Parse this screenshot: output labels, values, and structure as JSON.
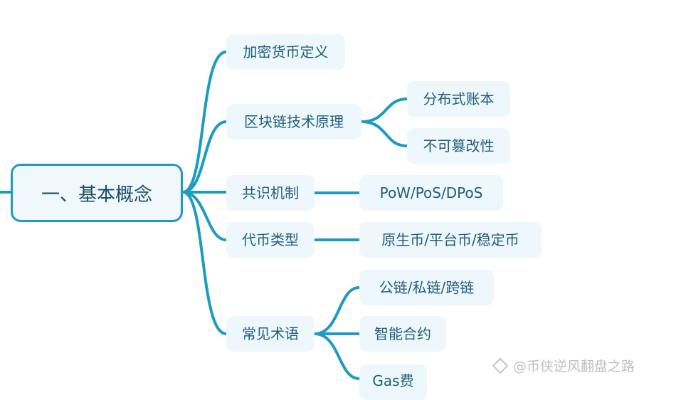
{
  "root": {
    "label": "一、基本概念"
  },
  "branches": [
    {
      "label": "加密货币定义",
      "children": []
    },
    {
      "label": "区块链技术原理",
      "children": [
        "分布式账本",
        "不可篡改性"
      ]
    },
    {
      "label": "共识机制",
      "children": [
        "PoW/PoS/DPoS"
      ]
    },
    {
      "label": "代币类型",
      "children": [
        "原生币/平台币/稳定币"
      ]
    },
    {
      "label": "常见术语",
      "children": [
        "公链/私链/跨链",
        "智能合约",
        "Gas费"
      ]
    }
  ],
  "watermark": {
    "text": "@币侠逆风翻盘之路"
  },
  "colors": {
    "line": "#1e9bc2",
    "node_bg": "#eef7fb",
    "text": "#1f5f7a"
  }
}
